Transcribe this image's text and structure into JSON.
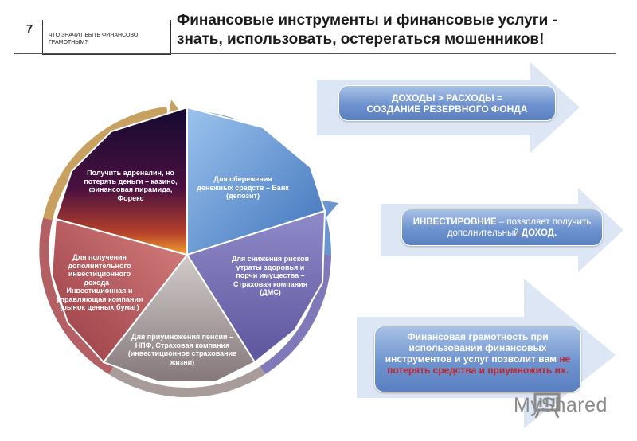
{
  "header": {
    "slide_number": "7",
    "section_label": "ЧТО ЗНАЧИТ БЫТЬ ФИНАНСОВО ГРАМОТНЫМ?",
    "title_line1": "Финансовые инструменты и финансовые услуги -",
    "title_line2": "знать, использовать, остерегаться мошенников!"
  },
  "wheel": {
    "segments": [
      {
        "text": "Для сбережения денежных средств – Банк (депозит)",
        "color": "#5b8fd0"
      },
      {
        "text": "Для снижения рисков утраты здоровья и порчи имущества – Страховая компания (ДМС)",
        "color": "#7a72b8"
      },
      {
        "text": "Для приумножения пенсии – НПФ, Страховая компания (инвестиционное страхование жизни)",
        "color": "#9a8f8c"
      },
      {
        "text": "Для получения дополнительного инвестиционного дохода – Инвестиционная и управляющая компании (рынок ценных бумаг)",
        "color": "#b35a5e"
      },
      {
        "text": "Получить адреналин, но потерять деньги – казино, финансовая пирамида, Форекс",
        "color": "#3c1030"
      }
    ]
  },
  "callouts": {
    "c1_line1": "ДОХОДЫ > РАСХОДЫ =",
    "c1_line2": "СОЗДАНИЕ РЕЗЕРВНОГО ФОНДА",
    "c2_bold1": "ИНВЕСТИРОВНИЕ",
    "c2_text": " – позволяет получить дополнительный ",
    "c2_bold2": "ДОХОД.",
    "c3_text": "Финансовая грамотность при использовании финансовых инструментов и услуг позволит вам ",
    "c3_red": "не потерять средства и приумножить их."
  },
  "watermark": {
    "text": "MyShared"
  }
}
